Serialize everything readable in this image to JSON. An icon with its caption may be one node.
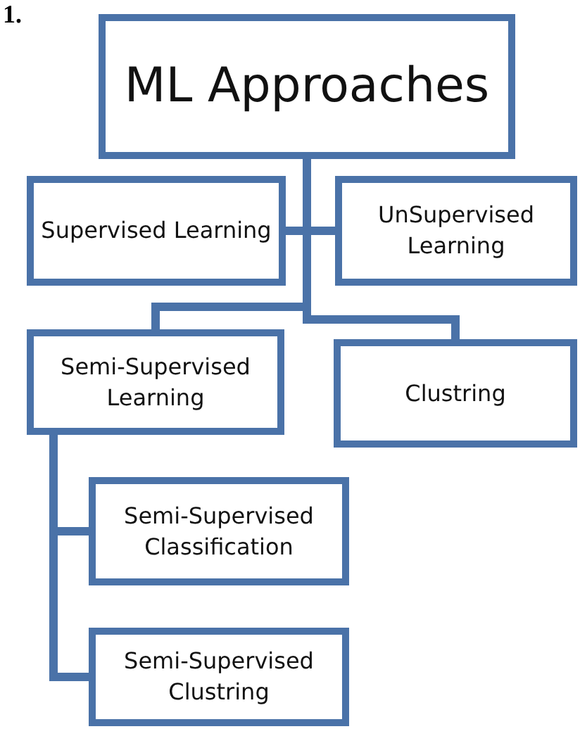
{
  "diagram": {
    "nodes": [
      {
        "text": [
          "ML Approaches"
        ]
      },
      {
        "text": [
          "Supervised Learning"
        ]
      },
      {
        "text": [
          "UnSupervised Learning"
        ]
      },
      {
        "text": [
          "Semi-Supervised Learning"
        ]
      },
      {
        "text": [
          "Clustring"
        ]
      },
      {
        "text": [
          "Semi-Supervised Classification"
        ]
      },
      {
        "text": [
          "Semi-Supervised Clustring"
        ]
      }
    ],
    "edges": [
      {
        "from": 0,
        "to": 1,
        "arrow": "none"
      },
      {
        "from": 0,
        "to": 2,
        "arrow": "none"
      },
      {
        "from": 0,
        "to": 3,
        "arrow": "none"
      },
      {
        "from": 0,
        "to": 4,
        "arrow": "none"
      },
      {
        "from": 3,
        "to": 5,
        "arrow": "none"
      },
      {
        "from": 3,
        "to": 6,
        "arrow": "none"
      }
    ],
    "labels": [
      "1."
    ]
  }
}
